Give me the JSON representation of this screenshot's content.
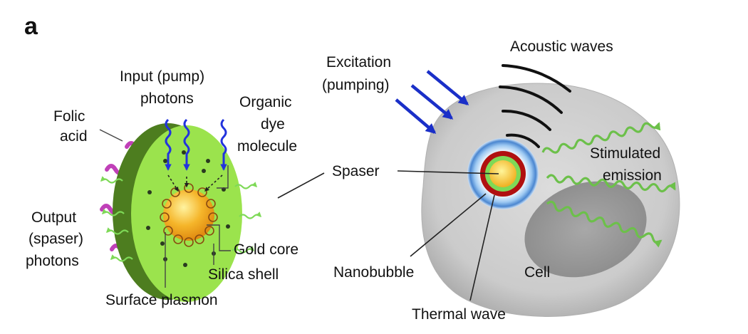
{
  "panel_label": "a",
  "spaser_particle": {
    "labels": {
      "input_line1": "Input (pump)",
      "input_line2": "photons",
      "folic_line1": "Folic",
      "folic_line2": "acid",
      "dye_line1": "Organic",
      "dye_line2": "dye",
      "dye_line3": "molecule",
      "output_line1": "Output",
      "output_line2": "(spaser)",
      "output_line3": "photons",
      "gold_core": "Gold core",
      "silica_shell": "Silica shell",
      "surface_plasmon": "Surface plasmon"
    }
  },
  "cell_scene": {
    "labels": {
      "excitation_line1": "Excitation",
      "excitation_line2": "(pumping)",
      "acoustic_waves": "Acoustic waves",
      "spaser": "Spaser",
      "stimulated_line1": "Stimulated",
      "stimulated_line2": "emission",
      "nanobubble": "Nanobubble",
      "cell": "Cell",
      "thermal_wave": "Thermal wave"
    }
  },
  "colors": {
    "pump_photon": "#2233dd",
    "excitation_arrow": "#1a2fc8",
    "silica_green": "#9be34d",
    "silica_dark": "#4d7d1f",
    "gold": "#f5a623",
    "folic_acid": "#c040b8",
    "output_photon": "#7ed957",
    "emission_wave": "#6cc04a",
    "cell_gray": "#cfcfcf",
    "nanobubble_blue": "#4a90d9",
    "thermal_red": "#d01010"
  }
}
